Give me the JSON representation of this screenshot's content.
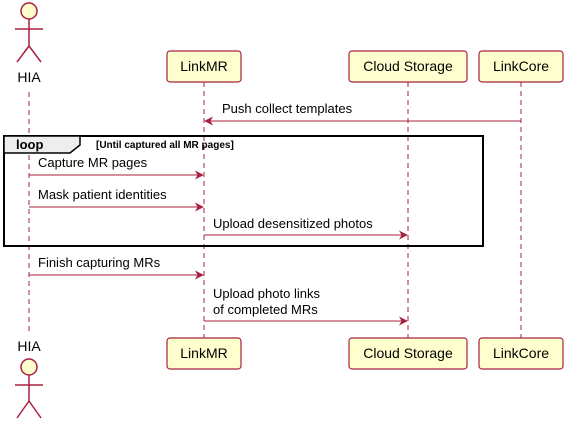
{
  "participants": {
    "hia": {
      "label": "HIA",
      "kind": "actor"
    },
    "linkmr": {
      "label": "LinkMR",
      "kind": "box"
    },
    "cloud": {
      "label": "Cloud Storage",
      "kind": "box"
    },
    "linkcore": {
      "label": "LinkCore",
      "kind": "box"
    }
  },
  "loop": {
    "tag": "loop",
    "condition": "[Until captured all MR pages]"
  },
  "messages": [
    {
      "from": "linkcore",
      "to": "linkmr",
      "lines": [
        "Push collect templates"
      ]
    },
    {
      "from": "hia",
      "to": "linkmr",
      "lines": [
        "Capture MR pages"
      ]
    },
    {
      "from": "hia",
      "to": "linkmr",
      "lines": [
        "Mask patient identities"
      ]
    },
    {
      "from": "linkmr",
      "to": "cloud",
      "lines": [
        "Upload desensitized photos"
      ]
    },
    {
      "from": "hia",
      "to": "linkmr",
      "lines": [
        "Finish capturing MRs"
      ]
    },
    {
      "from": "linkmr",
      "to": "cloud",
      "lines": [
        "Upload photo links",
        "of completed MRs"
      ]
    }
  ],
  "colors": {
    "arrow": "#a8203f",
    "lifeline": "#a8203f",
    "box_fill": "#fefece",
    "box_stroke": "#a8203f",
    "loop_stroke": "#000000",
    "loop_tag_fill": "#eeeeee"
  }
}
